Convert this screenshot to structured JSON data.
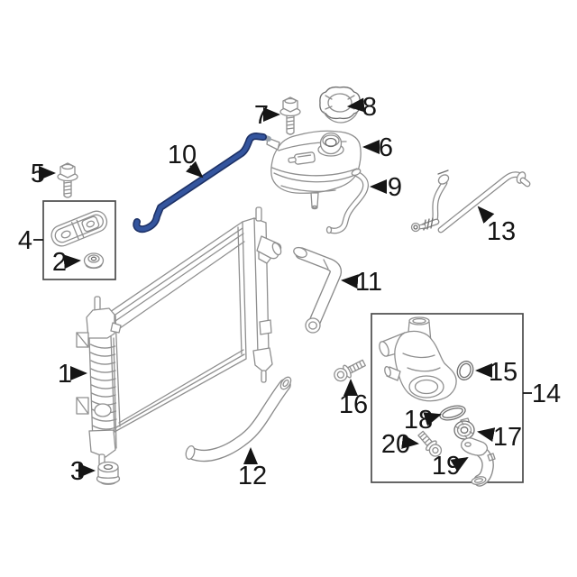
{
  "figure": {
    "background": "#ffffff",
    "line_color": "#8f8f8f",
    "label_color": "#151515",
    "highlight_color": "#34559e",
    "highlight_outline": "#1d3166",
    "highlighted_callout": "10",
    "callouts": {
      "c1": {
        "label": "1"
      },
      "c2": {
        "label": "2"
      },
      "c3": {
        "label": "3"
      },
      "c4": {
        "label": "4"
      },
      "c5": {
        "label": "5"
      },
      "c6": {
        "label": "6"
      },
      "c7": {
        "label": "7"
      },
      "c8": {
        "label": "8"
      },
      "c9": {
        "label": "9"
      },
      "c10": {
        "label": "10"
      },
      "c11": {
        "label": "11"
      },
      "c12": {
        "label": "12"
      },
      "c13": {
        "label": "13"
      },
      "c14": {
        "label": "14"
      },
      "c15": {
        "label": "15"
      },
      "c16": {
        "label": "16"
      },
      "c17": {
        "label": "17"
      },
      "c18": {
        "label": "18"
      },
      "c19": {
        "label": "19"
      },
      "c20": {
        "label": "20"
      }
    }
  }
}
